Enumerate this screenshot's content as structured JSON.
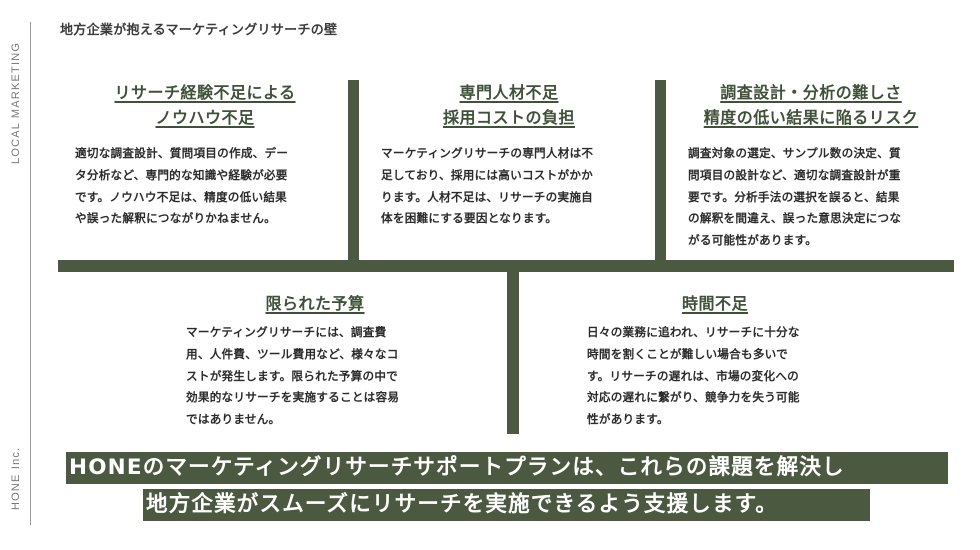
{
  "rail": {
    "top_label": "LOCAL MARKETING",
    "bottom_label": "HONE Inc."
  },
  "page": {
    "title": "地方企業が抱えるマーケティングリサーチの壁"
  },
  "colors": {
    "accent": "#4a5940",
    "heading": "#3f5138",
    "body_text": "#2b2b2b",
    "rail": "#9a9a9a"
  },
  "cards": [
    {
      "title_lines": [
        "リサーチ経験不足による",
        "ノウハウ不足"
      ],
      "body_lines": [
        "適切な調査設計、質問項目の作成、デー",
        "タ分析など、専門的な知識や経験が必要",
        "です。ノウハウ不足は、精度の低い結果",
        "や誤った解釈につながりかねません。"
      ]
    },
    {
      "title_lines": [
        "専門人材不足",
        "採用コストの負担"
      ],
      "body_lines": [
        "マーケティングリサーチの専門人材は不",
        "足しており、採用には高いコストがかか",
        "ります。人材不足は、リサーチの実施自",
        "体を困難にする要因となります。"
      ]
    },
    {
      "title_lines": [
        "調査設計・分析の難しさ",
        "精度の低い結果に陥るリスク"
      ],
      "body_lines": [
        "調査対象の選定、サンプル数の決定、質",
        "問項目の設計など、適切な調査設計が重",
        "要です。分析手法の選択を誤ると、結果",
        "の解釈を間違え、誤った意思決定につな",
        "がる可能性があります。"
      ]
    },
    {
      "title_lines": [
        "限られた予算"
      ],
      "body_lines": [
        "マーケティングリサーチには、調査費",
        "用、人件費、ツール費用など、様々なコ",
        "ストが発生します。限られた予算の中で",
        "効果的なリサーチを実施することは容易",
        "ではありません。"
      ]
    },
    {
      "title_lines": [
        "時間不足"
      ],
      "body_lines": [
        "日々の業務に追われ、リサーチに十分な",
        "時間を割くことが難しい場合も多いで",
        "す。リサーチの遅れは、市場の変化への",
        "対応の遅れに繋がり、競争力を失う可能",
        "性があります。"
      ]
    }
  ],
  "banner": {
    "line1": "HONEのマーケティングリサーチサポートプランは、これらの課題を解決し",
    "line2": "地方企業がスムーズにリサーチを実施できるよう支援します。"
  }
}
